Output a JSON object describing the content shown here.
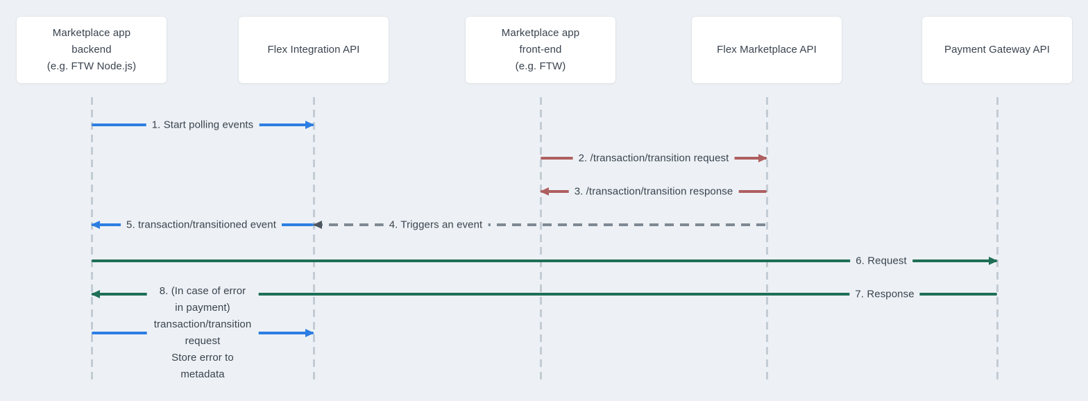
{
  "diagram": {
    "type": "sequence-diagram",
    "background_color": "#edf1f5",
    "text_color": "#39434e",
    "lifeline_color": "#c3ccd5"
  },
  "colors": {
    "blue": "#2d7ee2",
    "red": "#ae5f60",
    "green": "#1f6f56",
    "gray_dashed": "#7e8994",
    "dark_arrowhead": "#4d5760"
  },
  "actors": [
    {
      "id": "marketplace-backend",
      "label": "Marketplace app\nbackend\n(e.g. FTW Node.js)"
    },
    {
      "id": "flex-integration-api",
      "label": "Flex Integration API"
    },
    {
      "id": "marketplace-frontend",
      "label": "Marketplace app\nfront-end\n(e.g. FTW)"
    },
    {
      "id": "flex-marketplace-api",
      "label": "Flex Marketplace API"
    },
    {
      "id": "payment-gateway-api",
      "label": "Payment Gateway API"
    }
  ],
  "messages": [
    {
      "label": "1. Start polling events",
      "from": "marketplace-backend",
      "to": "flex-integration-api",
      "direction": "right",
      "color": "#2d7ee2",
      "line_style": "solid"
    },
    {
      "label": "2. /transaction/transition request",
      "from": "marketplace-frontend",
      "to": "flex-marketplace-api",
      "direction": "right",
      "color": "#ae5f60",
      "line_style": "solid"
    },
    {
      "label": "3. /transaction/transition response",
      "from": "flex-marketplace-api",
      "to": "marketplace-frontend",
      "direction": "left",
      "color": "#ae5f60",
      "line_style": "solid"
    },
    {
      "label": "4. Triggers an event",
      "from": "flex-marketplace-api",
      "to": "flex-integration-api",
      "direction": "left",
      "color": "#7e8994",
      "line_style": "dashed"
    },
    {
      "label": "5. transaction/transitioned event",
      "from": "flex-integration-api",
      "to": "marketplace-backend",
      "direction": "left",
      "color": "#2d7ee2",
      "line_style": "solid"
    },
    {
      "label": "6. Request",
      "from": "marketplace-backend",
      "to": "payment-gateway-api",
      "direction": "right",
      "color": "#1f6f56",
      "line_style": "solid"
    },
    {
      "label": "7. Response",
      "from": "payment-gateway-api",
      "to": "marketplace-backend",
      "direction": "left",
      "color": "#1f6f56",
      "line_style": "solid"
    },
    {
      "label": "8. (In case of error in payment)\ntransaction/transition request\nStore error to metadata",
      "from": "marketplace-backend",
      "to": "flex-integration-api",
      "direction": "right",
      "color": "#2d7ee2",
      "line_style": "solid"
    }
  ]
}
